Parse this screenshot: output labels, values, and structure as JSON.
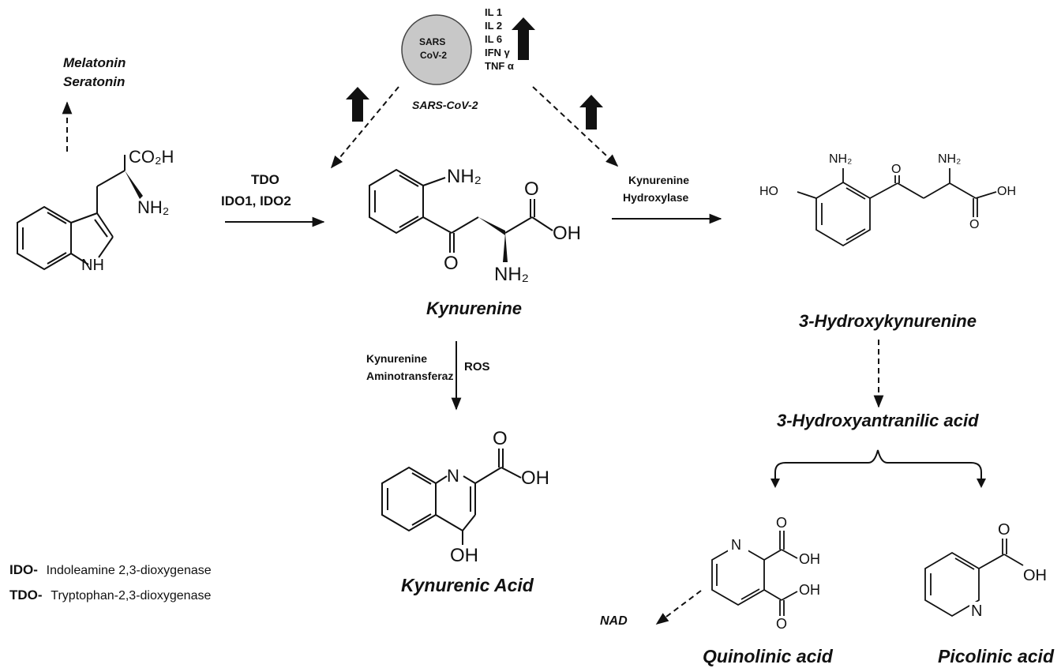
{
  "top_products": [
    "Melatonin",
    "Seratonin"
  ],
  "virus": {
    "circle_lines": [
      "SARS",
      "CoV-2"
    ],
    "caption": "SARS-CoV-2",
    "cytokines": [
      "IL 1",
      "IL 2",
      "IL 6",
      "IFN γ",
      "TNF α"
    ]
  },
  "enzymes": {
    "tdo": "TDO",
    "ido": "IDO1, IDO2",
    "hydroxylase": [
      "Kynurenine",
      "Hydroxylase"
    ],
    "aminotransferase": [
      "Kynurenine",
      "Aminotransferaz"
    ],
    "ros": "ROS"
  },
  "compounds": {
    "kynurenine": "Kynurenine",
    "hydroxykynurenine": "3-Hydroxykynurenine",
    "hydroxyantranilic": "3-Hydroxyantranilic acid",
    "kynurenic": "Kynurenic Acid",
    "quinolinic": "Quinolinic acid",
    "picolinic": "Picolinic acid",
    "nad": "NAD"
  },
  "atoms": {
    "co2h": "CO₂H",
    "nh2": "NH₂",
    "nh": "NH",
    "o": "O",
    "oh": "OH",
    "ho": "HO",
    "n": "N"
  },
  "legend": [
    {
      "abbr": "IDO-",
      "text": "Indoleamine 2,3-dioxygenase"
    },
    {
      "abbr": "TDO-",
      "text": "Tryptophan-2,3-dioxygenase"
    }
  ]
}
